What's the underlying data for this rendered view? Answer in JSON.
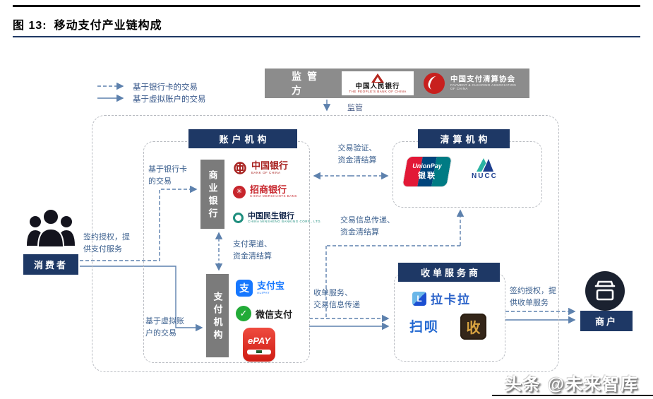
{
  "figure": {
    "label": "图 13:",
    "title": "移动支付产业链构成",
    "watermark": "头条 @未来智库"
  },
  "legend": {
    "dashed": "基于银行卡的交易",
    "solid": "基于虚拟账户的交易"
  },
  "regulator": {
    "title": "监管方",
    "pboc_name": "中国人民银行",
    "pboc_sub": "THE PEOPLE'S BANK OF CHINA",
    "pcac_name": "中国支付清算协会",
    "pcac_sub": "PAYMENT & CLEARING ASSOCIATION OF CHINA",
    "arrow_label": "监管"
  },
  "account": {
    "header": "账户机构",
    "bank_box": "商业银行",
    "payment_box": "支付机构",
    "note_bank_card": "基于银行卡\n的交易",
    "note_virtual": "基于虚拟账\n户的交易",
    "note_channel": "支付渠道、\n资金清结算",
    "banks": [
      {
        "name": "中国银行",
        "sub": "BANK OF CHINA"
      },
      {
        "name": "招商银行",
        "sub": "CHINA MERCHANTS BANK"
      },
      {
        "name": "中国民生银行",
        "sub": "CHINA MINSHENG BANKING CORP., LTD."
      }
    ],
    "payments": {
      "alipay": {
        "name": "支付宝",
        "sub": "ALIPAY",
        "glyph": "支"
      },
      "wechat": {
        "name": "微信支付",
        "glyph": "✓"
      },
      "epay": {
        "name": "ePAY"
      }
    }
  },
  "clearing": {
    "header": "清算机构",
    "unionpay_en": "UnionPay",
    "unionpay_cn": "银联",
    "nucc": "NUCC",
    "note_verify": "交易验证、\n资金清结算",
    "note_transfer": "交易信息传递、\n资金清结算"
  },
  "acquirer": {
    "header": "收单服务商",
    "lakala": "拉卡拉",
    "lakala_glyph": "L",
    "saobei": "扫呗",
    "shouqianba": "收",
    "note_acquire": "收单服务、\n交易信息传递"
  },
  "consumer": {
    "label": "消费者",
    "note": "签约授权，提\n供支付服务"
  },
  "merchant": {
    "label": "商户",
    "note": "签约授权，提\n供收单服务"
  }
}
